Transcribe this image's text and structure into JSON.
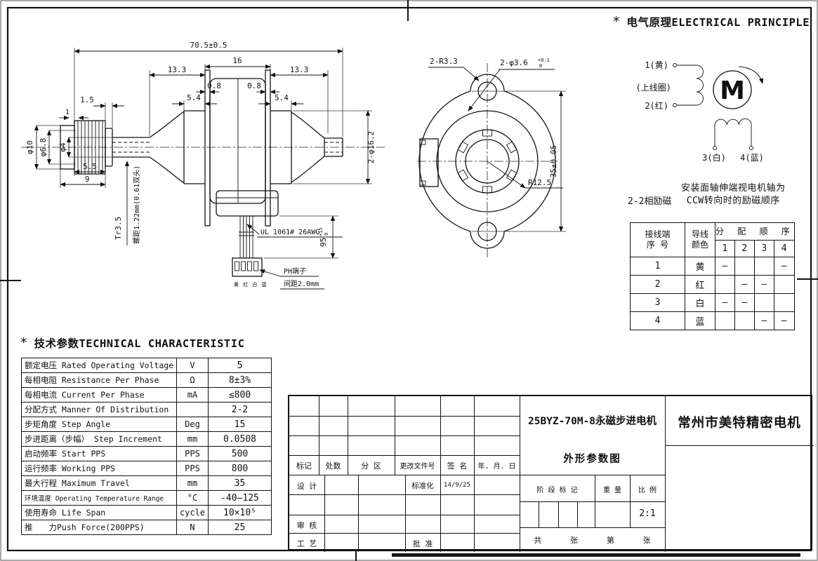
{
  "side_view": {
    "overall_length": "70.5±0.5",
    "dim_13_3_left": "13.3",
    "dim_16": "16",
    "dim_13_3_right": "13.3",
    "dim_0_8_left": "0.8",
    "dim_0_8_right": "0.8",
    "dim_5_4_left": "5.4",
    "dim_5_4_right": "5.4",
    "dim_1_5": "1.5",
    "dim_1": "1",
    "dia_10": "φ10",
    "dia_6_8": "φ6.8",
    "dia_4": "φ4",
    "dim_5_5": "5.5",
    "dim_9": "9",
    "thread_spec": "Tr3.5",
    "pitch_note": "螺距1.22mm(0.61双头)",
    "dia_16_2": "2-φ16.2",
    "wire_spec": "UL 1061# 26AWG",
    "wire_length": "95",
    "wire_length_tol_up": "+15",
    "wire_length_tol_low": "0",
    "connector_label": "PH端子",
    "connector_pitch": "间距2.0mm",
    "wire_colors": "黄 红 白 蓝"
  },
  "front_view": {
    "corner_radius": "2-R3.3",
    "hole_dia": "2-φ3.6",
    "hole_tol_up": "+0.1",
    "hole_tol_low": "0",
    "body_radius": "R12.5",
    "hole_distance": "35±0.05"
  },
  "electrical": {
    "star": "*",
    "title": "电气原理ELECTRICAL PRINCIPLE",
    "terminal_1": "1(黄)",
    "upper_coil": "(上线圈)",
    "terminal_2": "2(红)",
    "motor_symbol": "M",
    "terminal_3": "3(白)",
    "terminal_4": "4(蓝)",
    "excitation_mode": "2-2相励磁",
    "note_line1": "安装面轴伸端视电机轴为",
    "note_line2": "CCW转向时的励磁顺序"
  },
  "wiring_table": {
    "header_terminal_line1": "接线端",
    "header_terminal_line2": "序 号",
    "header_color_line1": "导线",
    "header_color_line2": "颜色",
    "header_sequence": "分 配 顺 序",
    "seq_cols": [
      "1",
      "2",
      "3",
      "4"
    ],
    "rows": [
      {
        "terminal": "1",
        "color": "黄",
        "marks": [
          "—",
          "",
          "",
          "—"
        ]
      },
      {
        "terminal": "2",
        "color": "红",
        "marks": [
          "",
          "—",
          "—",
          ""
        ]
      },
      {
        "terminal": "3",
        "color": "白",
        "marks": [
          "—",
          "—",
          "",
          ""
        ]
      },
      {
        "terminal": "4",
        "color": "蓝",
        "marks": [
          "",
          "",
          "—",
          "—"
        ]
      }
    ]
  },
  "tech_table": {
    "star": "*",
    "title": "技术参数TECHNICAL CHARACTERISTIC",
    "rows": [
      {
        "name": "额定电压 Rated Operating Voltage",
        "unit": "V",
        "value": "5"
      },
      {
        "name": "每相电阻 Resistance Per Phase",
        "unit": "Ω",
        "value": "8±3%"
      },
      {
        "name": "每相电流 Current Per Phase",
        "unit": "mA",
        "value": "≤800"
      },
      {
        "name": "分配方式 Manner Of Distribution",
        "unit": "",
        "value": "2-2"
      },
      {
        "name": "步矩角度 Step Angle",
        "unit": "Deg",
        "value": "15"
      },
      {
        "name": "步进距离（步幅） Step Increment",
        "unit": "mm",
        "value": "0.0508"
      },
      {
        "name": "启动频率 Start PPS",
        "unit": "PPS",
        "value": "500"
      },
      {
        "name": "运行频率 Working PPS",
        "unit": "PPS",
        "value": "800"
      },
      {
        "name": "最大行程 Maximum Travel",
        "unit": "mm",
        "value": "35"
      },
      {
        "name": "环境温度 Operating Temperature Range",
        "unit": "°C",
        "value": "-40—125"
      },
      {
        "name": "使用寿命 Life Span",
        "unit": "cycle",
        "value": "10×10⁵"
      },
      {
        "name": "推　　力Push Force(200PPS)",
        "unit": "N",
        "value": "25"
      }
    ]
  },
  "title_block": {
    "rev_headers": [
      "标记",
      "处数",
      "分 区",
      "更改文件号",
      "签 名",
      "年. 月. 日"
    ],
    "design_label": "设 计",
    "standard_label": "标准化",
    "date": "14/9/25",
    "audit_label": "审 核",
    "process_label": "工 艺",
    "approve_label": "批 准",
    "part_name": "25BYZ-70M-8永磁步进电机",
    "drawing_name": "外形参数图",
    "company": "常州市美特精密电机",
    "stage_label": "阶 段 标 记",
    "weight_label": "重 量",
    "scale_label": "比 例",
    "scale_value": "2:1",
    "sheets_total_label": "共",
    "sheets_unit1": "张",
    "sheets_no_label": "第",
    "sheets_unit2": "张"
  }
}
